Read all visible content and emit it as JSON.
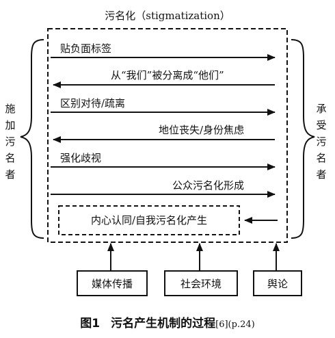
{
  "title": "污名化（stigmatization）",
  "left_label": "施加污名者",
  "right_label": "承受污名者",
  "flows": [
    {
      "label": "贴负面标签",
      "direction": "right"
    },
    {
      "label": "从“我们”被分离成“他们”",
      "direction": "left"
    },
    {
      "label": "区别对待/疏离",
      "direction": "right"
    },
    {
      "label": "地位丧失/身份焦虑",
      "direction": "left"
    },
    {
      "label": "强化歧视",
      "direction": "right"
    },
    {
      "label": "公众污名化形成",
      "direction": "right"
    }
  ],
  "inner_box": "内心认同/自我污名化产生",
  "factors": [
    "媒体传播",
    "社会环境",
    "舆论"
  ],
  "caption": {
    "figure_number": "图1",
    "figure_title": "污名产生机制的过程",
    "reference": "[6](p.24)"
  }
}
